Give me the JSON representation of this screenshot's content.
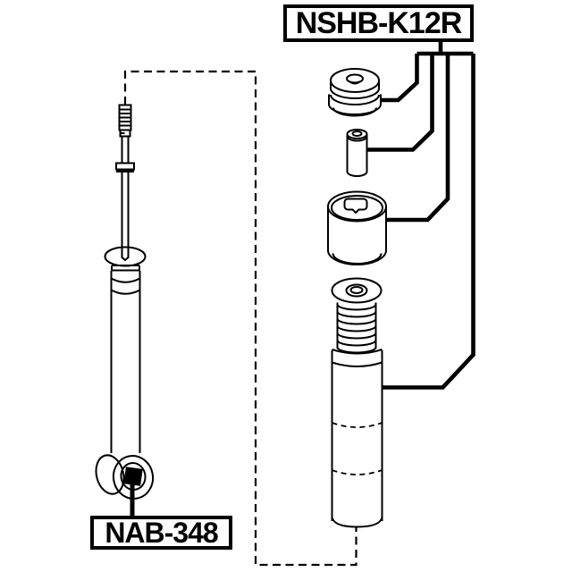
{
  "diagram": {
    "background_color": "#ffffff",
    "line_color": "#000000",
    "labels": {
      "top_right": "NSHB-K12R",
      "bottom_left": "NAB-348"
    },
    "parts": [
      {
        "name": "strut-mount-bushing",
        "label": "NSHB-K12R"
      },
      {
        "name": "spacer-sleeve",
        "label": "NSHB-K12R"
      },
      {
        "name": "cylindrical-bushing",
        "label": "NSHB-K12R"
      },
      {
        "name": "dust-boot",
        "label": "NSHB-K12R"
      },
      {
        "name": "shock-absorber-eye-bushing",
        "label": "NAB-348"
      },
      {
        "name": "shock-absorber",
        "label": ""
      }
    ]
  }
}
